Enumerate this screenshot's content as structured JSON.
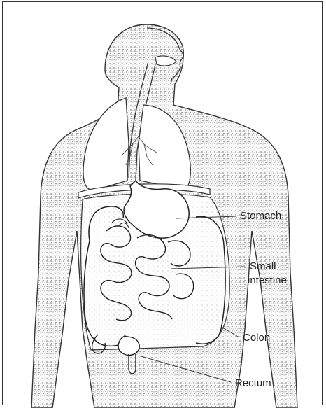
{
  "diagram": {
    "labels": {
      "stomach": "Stomach",
      "small_intestine_line1": "Small",
      "small_intestine_line2": "intestine",
      "colon": "Colon",
      "rectum": "Rectum"
    },
    "colors": {
      "ink": "#222222",
      "body_stipple": "#9a9a9a",
      "organ_fill": "#ffffff"
    }
  }
}
